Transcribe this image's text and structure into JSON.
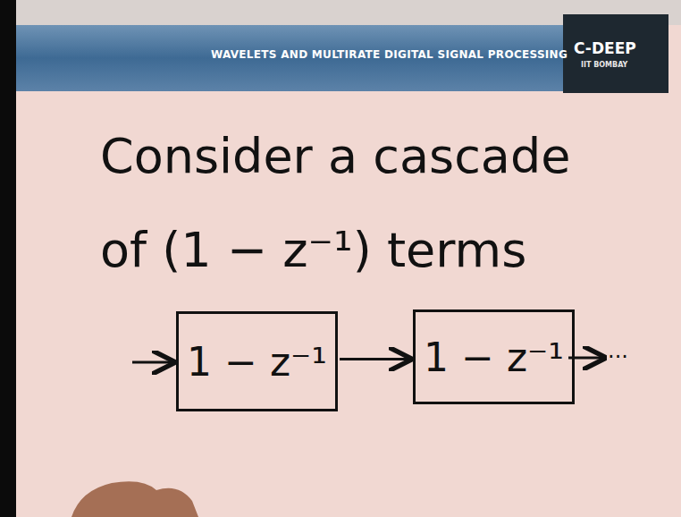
{
  "diagram": {
    "title": "Consider a cascade of (1 − z⁻¹) terms",
    "nodes": [
      {
        "text": [
          "1 − z⁻¹"
        ]
      },
      {
        "text": [
          "1 − z⁻¹"
        ]
      }
    ],
    "edges": [
      {
        "from": 0,
        "to": 1,
        "arrow": "to"
      }
    ],
    "labels": [
      "WAVELETS AND MULTIRATE DIGITAL SIGNAL PROCESSING",
      "C-DEEP",
      "IIT BOMBAY",
      "..."
    ]
  }
}
